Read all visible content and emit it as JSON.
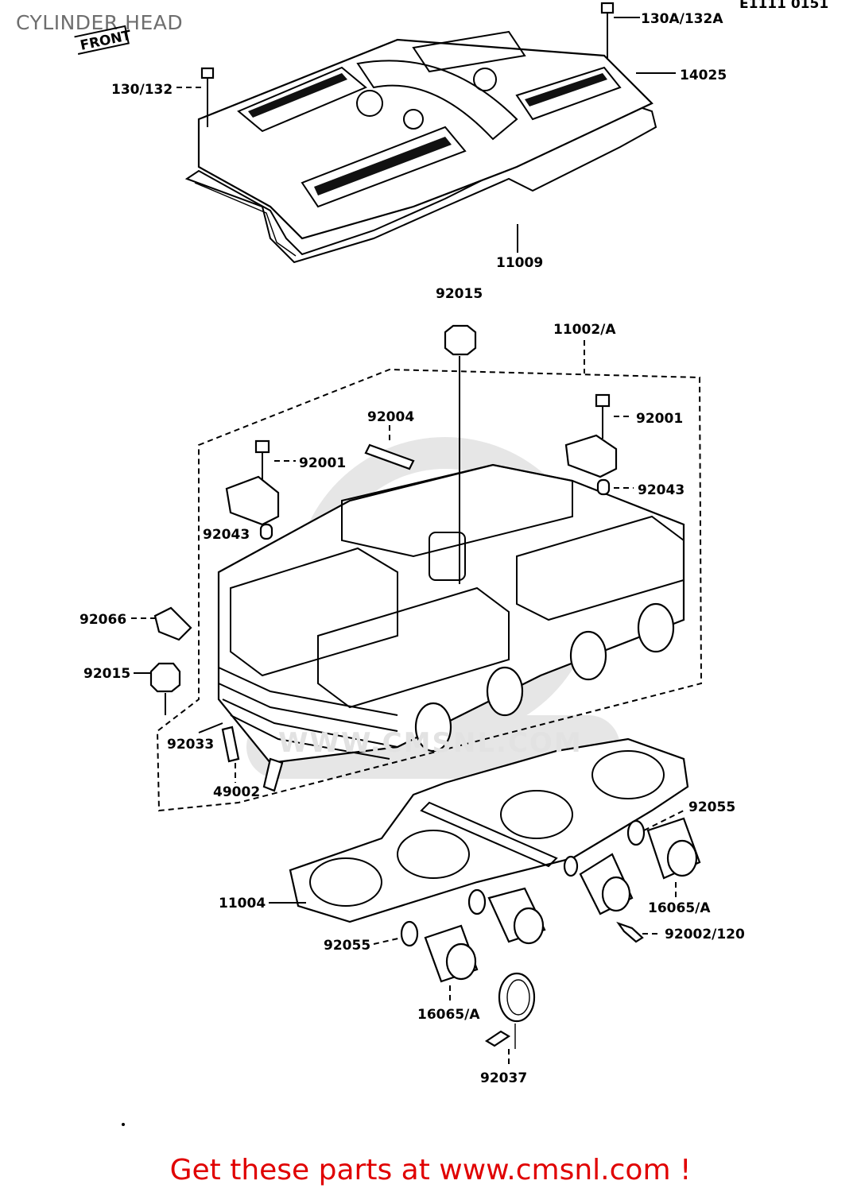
{
  "title": "CYLINDER HEAD",
  "corner_code": "E1111 0151",
  "front_label": "FRONT",
  "watermark": "WWW.CMSNL.COM",
  "footer": "Get these parts at www.cmsnl.com !",
  "callouts": [
    {
      "id": "c1",
      "text": "130A/132A"
    },
    {
      "id": "c2",
      "text": "14025"
    },
    {
      "id": "c3",
      "text": "130/132"
    },
    {
      "id": "c4",
      "text": "11009"
    },
    {
      "id": "c5",
      "text": "92015"
    },
    {
      "id": "c6",
      "text": "11002/A"
    },
    {
      "id": "c7",
      "text": "92004"
    },
    {
      "id": "c8",
      "text": "92001"
    },
    {
      "id": "c9",
      "text": "92001"
    },
    {
      "id": "c10",
      "text": "92043"
    },
    {
      "id": "c11",
      "text": "92043"
    },
    {
      "id": "c12",
      "text": "92066"
    },
    {
      "id": "c13",
      "text": "92015"
    },
    {
      "id": "c14",
      "text": "92033"
    },
    {
      "id": "c15",
      "text": "49002"
    },
    {
      "id": "c16",
      "text": "92055"
    },
    {
      "id": "c17",
      "text": "11004"
    },
    {
      "id": "c18",
      "text": "16065/A"
    },
    {
      "id": "c19",
      "text": "92002/120"
    },
    {
      "id": "c20",
      "text": "92055"
    },
    {
      "id": "c21",
      "text": "16065/A"
    },
    {
      "id": "c22",
      "text": "92037"
    }
  ],
  "colors": {
    "footer": "#e00000",
    "title": "#6e6e6e",
    "watermark": "#e6e6e6"
  }
}
